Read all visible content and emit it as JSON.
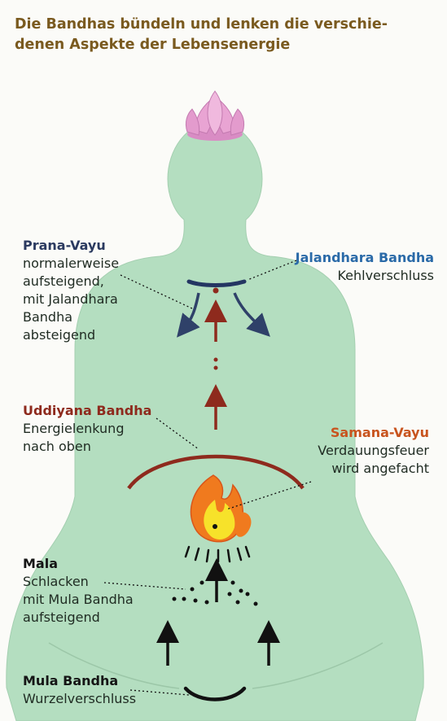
{
  "title": {
    "line1": "Die Bandhas bündeln und lenken die verschie-",
    "line2": "denen Aspekte der Lebensenergie"
  },
  "labels": {
    "prana_vayu": {
      "head": "Prana-Vayu",
      "lines": [
        "normalerweise",
        "aufsteigend,",
        "mit Jalandhara",
        "Bandha",
        "absteigend"
      ]
    },
    "jalandhara_bandha": {
      "head": "Jalandhara Bandha",
      "lines": [
        "Kehlverschluss"
      ]
    },
    "uddiyana_bandha": {
      "head": "Uddiyana Bandha",
      "lines": [
        "Energielenkung",
        "nach oben"
      ]
    },
    "samana_vayu": {
      "head": "Samana-Vayu",
      "lines": [
        "Verdauungsfeuer",
        "wird angefacht"
      ]
    },
    "mala": {
      "head": "Mala",
      "lines": [
        "Schlacken",
        "mit Mula Bandha",
        "aufsteigend"
      ]
    },
    "mula_bandha": {
      "head": "Mula Bandha",
      "lines": [
        "Wurzelverschluss"
      ]
    }
  },
  "colors": {
    "body_fill": "#b4dec0",
    "title": "#7a5a1f",
    "prana_head": "#2b3a60",
    "jalandhara_head": "#2a6aa8",
    "uddiyana_head": "#8e2a1d",
    "samana_head": "#c8541e",
    "neck_band": "#243662",
    "arrow_red": "#8e2a1d",
    "arrow_navy": "#2f4169",
    "flame_orange": "#f07a1e",
    "flame_yellow": "#f7e22a",
    "lotus": "#e9a4d3"
  }
}
